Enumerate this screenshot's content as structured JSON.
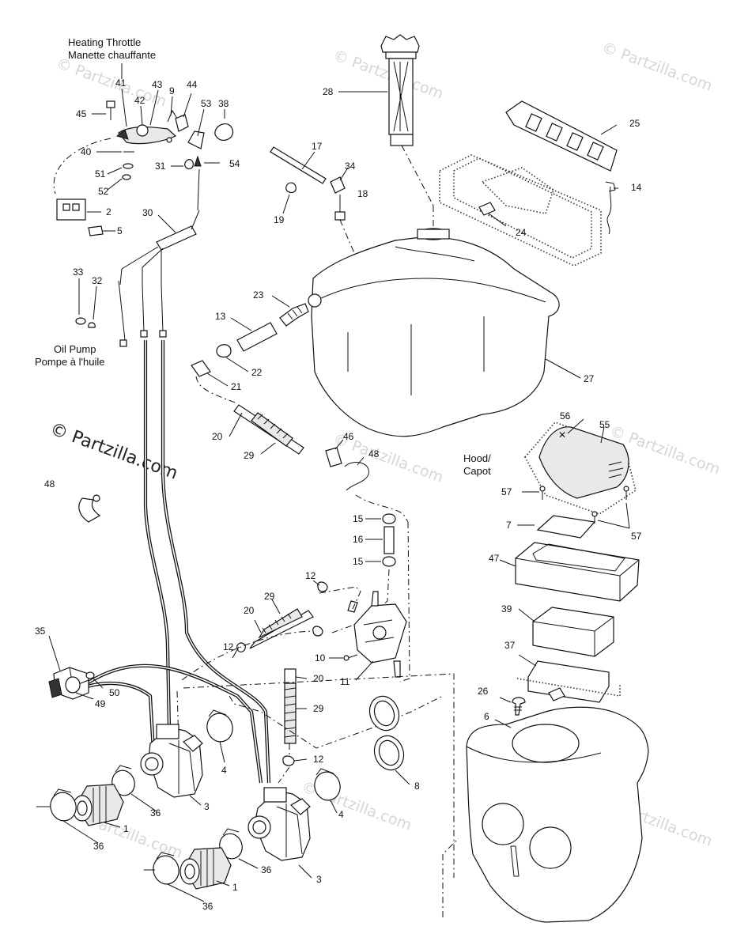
{
  "captions": {
    "heating_throttle": "Heating Throttle",
    "manette_chauffante": "Manette chauffante",
    "oil_pump": "Oil Pump",
    "pompe_huile": "Pompe à l'huile",
    "hood": "Hood/",
    "capot": "Capot"
  },
  "watermark": {
    "copyright_text": "© Partzilla.com",
    "faint_text": "© Partzilla.com"
  },
  "callouts": {
    "c41": "41",
    "c43": "43",
    "c42": "42",
    "c9": "9",
    "c44": "44",
    "c45": "45",
    "c53": "53",
    "c38": "38",
    "c40": "40",
    "c51": "51",
    "c52": "52",
    "c31": "31",
    "c54": "54",
    "c2": "2",
    "c5": "5",
    "c30": "30",
    "c33": "33",
    "c32": "32",
    "c28": "28",
    "c25": "25",
    "c17": "17",
    "c34": "34",
    "c18": "18",
    "c19": "19",
    "c14": "14",
    "c24": "24",
    "c23": "23",
    "c13": "13",
    "c22": "22",
    "c21": "21",
    "c27": "27",
    "c20a": "20",
    "c29a": "29",
    "c46": "46",
    "c48a": "48",
    "c48b": "48",
    "c56": "56",
    "c55": "55",
    "c57a": "57",
    "c57b": "57",
    "c7": "7",
    "c15a": "15",
    "c16": "16",
    "c15b": "15",
    "c47": "47",
    "c12a": "12",
    "c29b": "29",
    "c20b": "20",
    "c12b": "12",
    "c39": "39",
    "c35": "35",
    "c10": "10",
    "c11": "11",
    "c37": "37",
    "c50": "50",
    "c49": "49",
    "c20c": "20",
    "c29c": "29",
    "c26": "26",
    "c6": "6",
    "c4a": "4",
    "c12c": "12",
    "c8": "8",
    "c36a": "36",
    "c3a": "3",
    "c1a": "1",
    "c36b": "36",
    "c4b": "4",
    "c36c": "36",
    "c3b": "3",
    "c1b": "1",
    "c36d": "36"
  }
}
